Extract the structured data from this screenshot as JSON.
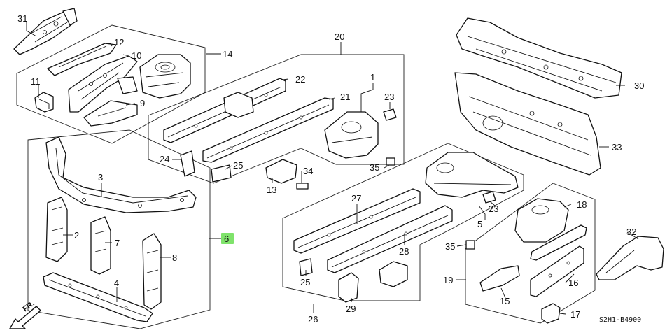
{
  "highlight_color": "#7fe36b",
  "callouts": {
    "c1": "1",
    "c2": "2",
    "c3": "3",
    "c4": "4",
    "c5": "5",
    "c6": "6",
    "c7": "7",
    "c8": "8",
    "c9": "9",
    "c10": "10",
    "c11": "11",
    "c12": "12",
    "c13": "13",
    "c14": "14",
    "c15": "15",
    "c16": "16",
    "c17": "17",
    "c18": "18",
    "c19": "19",
    "c20": "20",
    "c21": "21",
    "c22": "22",
    "c23a": "23",
    "c23b": "23",
    "c24": "24",
    "c25a": "25",
    "c25b": "25",
    "c26": "26",
    "c27": "27",
    "c28": "28",
    "c29": "29",
    "c30": "30",
    "c31": "31",
    "c32": "32",
    "c33": "33",
    "c34": "34",
    "c35a": "35",
    "c35b": "35"
  },
  "highlighted_callout": "6",
  "direction_label": "FR.",
  "diagram_code": "S2H1-B4900"
}
